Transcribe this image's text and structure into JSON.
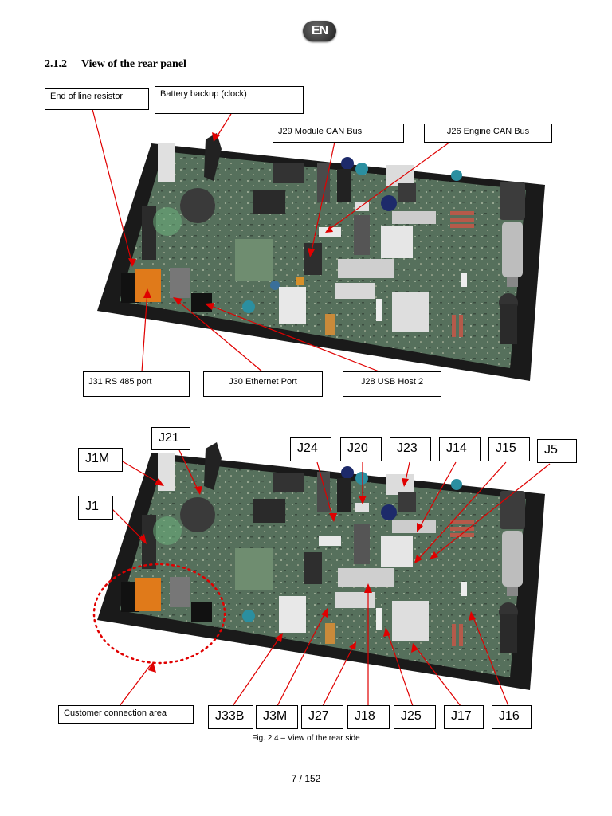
{
  "header": {
    "lang_badge": "EN"
  },
  "section": {
    "number": "2.1.2",
    "title": "View of the rear panel"
  },
  "figure1": {
    "labels": {
      "end_of_line": "End of line resistor",
      "battery": "Battery backup (clock)",
      "j29": "J29 Module CAN Bus",
      "j26": "J26 Engine CAN Bus",
      "j31": "J31 RS 485 port",
      "j30": "J30 Ethernet Port",
      "j28": "J28 USB Host 2"
    }
  },
  "figure2": {
    "labels": {
      "j21": "J21",
      "j1m": "J1M",
      "j1": "J1",
      "j24": "J24",
      "j20": "J20",
      "j23": "J23",
      "j14": "J14",
      "j15": "J15",
      "j5": "J5",
      "customer_area": "Customer connection area",
      "j33b": "J33B",
      "j3m": "J3M",
      "j27": "J27",
      "j18": "J18",
      "j25": "J25",
      "j17": "J17",
      "j16": "J16"
    }
  },
  "caption": "Fig. 2.4 – View of the rear side",
  "page_number": "7 / 152",
  "colors": {
    "leader": "#e00000",
    "board_green": "#4f6a55",
    "frame": "#1a1a1a"
  }
}
